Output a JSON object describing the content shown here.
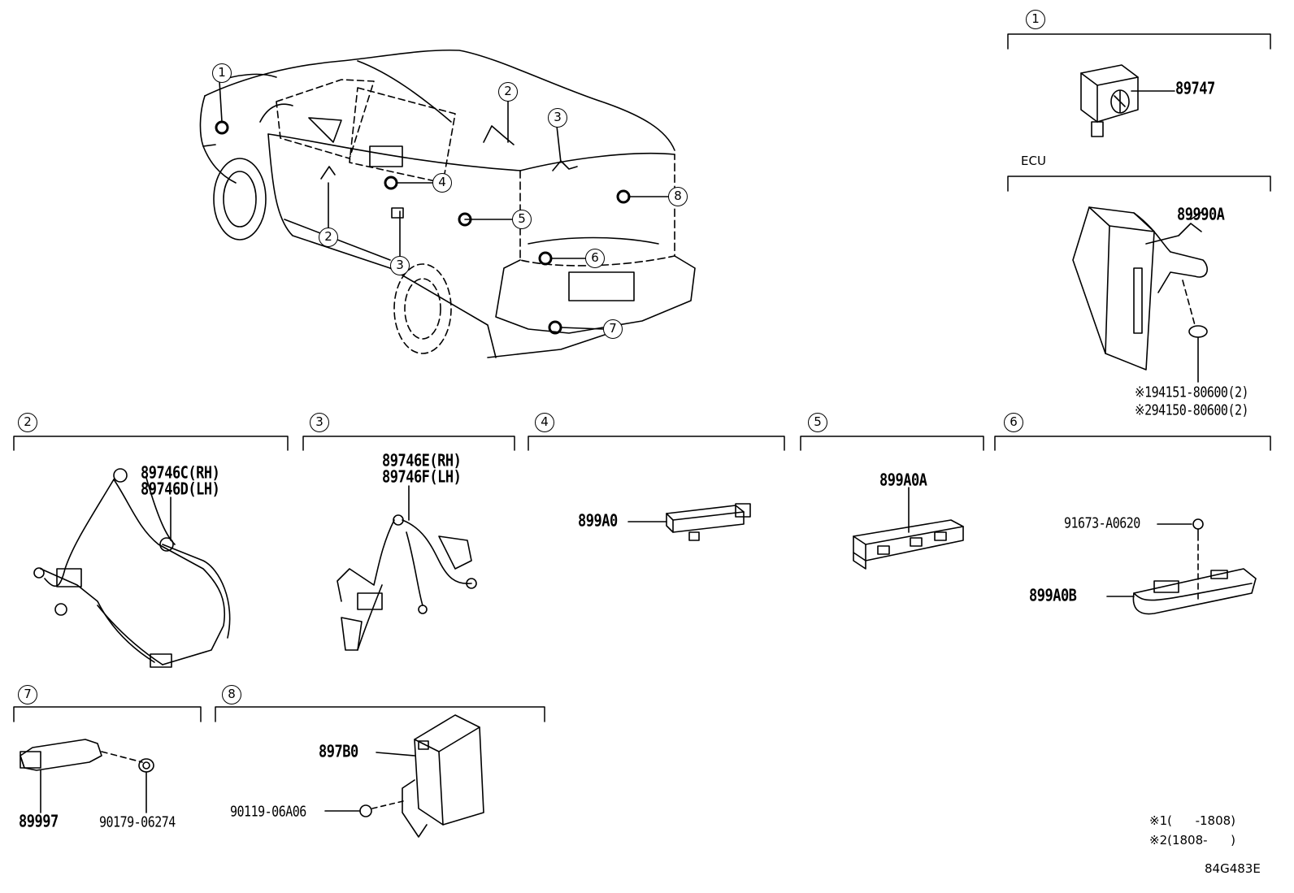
{
  "callouts": [
    "1",
    "2",
    "3",
    "4",
    "5",
    "6",
    "7",
    "8"
  ],
  "sections": {
    "s1": {
      "num": "1",
      "part": "89747"
    },
    "ecu": {
      "title": "ECU",
      "part": "89990A",
      "note1": "※194151-80600(2)",
      "note2": "※294150-80600(2)"
    },
    "s2": {
      "num": "2",
      "part_rh": "89746C(RH)",
      "part_lh": "89746D(LH)"
    },
    "s3": {
      "num": "3",
      "part_rh": "89746E(RH)",
      "part_lh": "89746F(LH)"
    },
    "s4": {
      "num": "4",
      "part": "899A0"
    },
    "s5": {
      "num": "5",
      "part": "899A0A"
    },
    "s6": {
      "num": "6",
      "bolt": "91673-A0620",
      "part": "899A0B"
    },
    "s7": {
      "num": "7",
      "part": "89997",
      "nut": "90179-06274"
    },
    "s8": {
      "num": "8",
      "part": "897B0",
      "bolt": "90119-06A06"
    }
  },
  "footnotes": {
    "f1": "※1(      -1808)",
    "f2": "※2(1808-      )"
  },
  "diagram_code": "84G483E"
}
